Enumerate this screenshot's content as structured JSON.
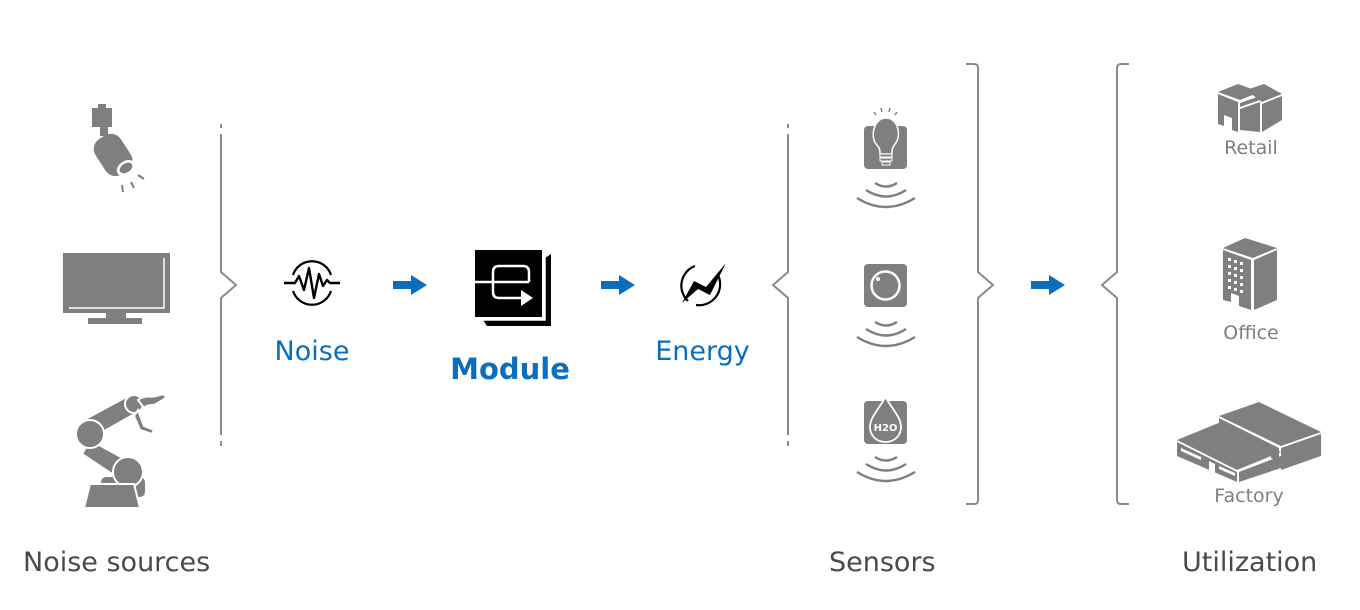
{
  "colors": {
    "accent_blue": "#0a6ebd",
    "icon_gray": "#7f7f7f",
    "text_dark": "#4a4a4a",
    "bracket_gray": "#8a8a8a",
    "black": "#000000"
  },
  "noise_sources": {
    "label": "Noise sources",
    "items": [
      {
        "icon": "spotlight-icon"
      },
      {
        "icon": "tv-monitor-icon"
      },
      {
        "icon": "robot-arm-icon"
      }
    ]
  },
  "flow": {
    "noise": {
      "label": "Noise",
      "icon": "noise-wave-icon"
    },
    "module": {
      "label": "Module",
      "icon": "module-icon"
    },
    "energy": {
      "label": "Energy",
      "icon": "energy-bolt-icon"
    }
  },
  "sensors": {
    "label": "Sensors",
    "items": [
      {
        "icon": "light-bulb-sensor-icon"
      },
      {
        "icon": "camera-sensor-icon"
      },
      {
        "icon": "water-sensor-icon",
        "badge": "H2O"
      }
    ]
  },
  "utilization": {
    "label": "Utilization",
    "items": [
      {
        "label": "Retail",
        "icon": "retail-building-icon"
      },
      {
        "label": "Office",
        "icon": "office-building-icon"
      },
      {
        "label": "Factory",
        "icon": "factory-building-icon"
      }
    ]
  }
}
